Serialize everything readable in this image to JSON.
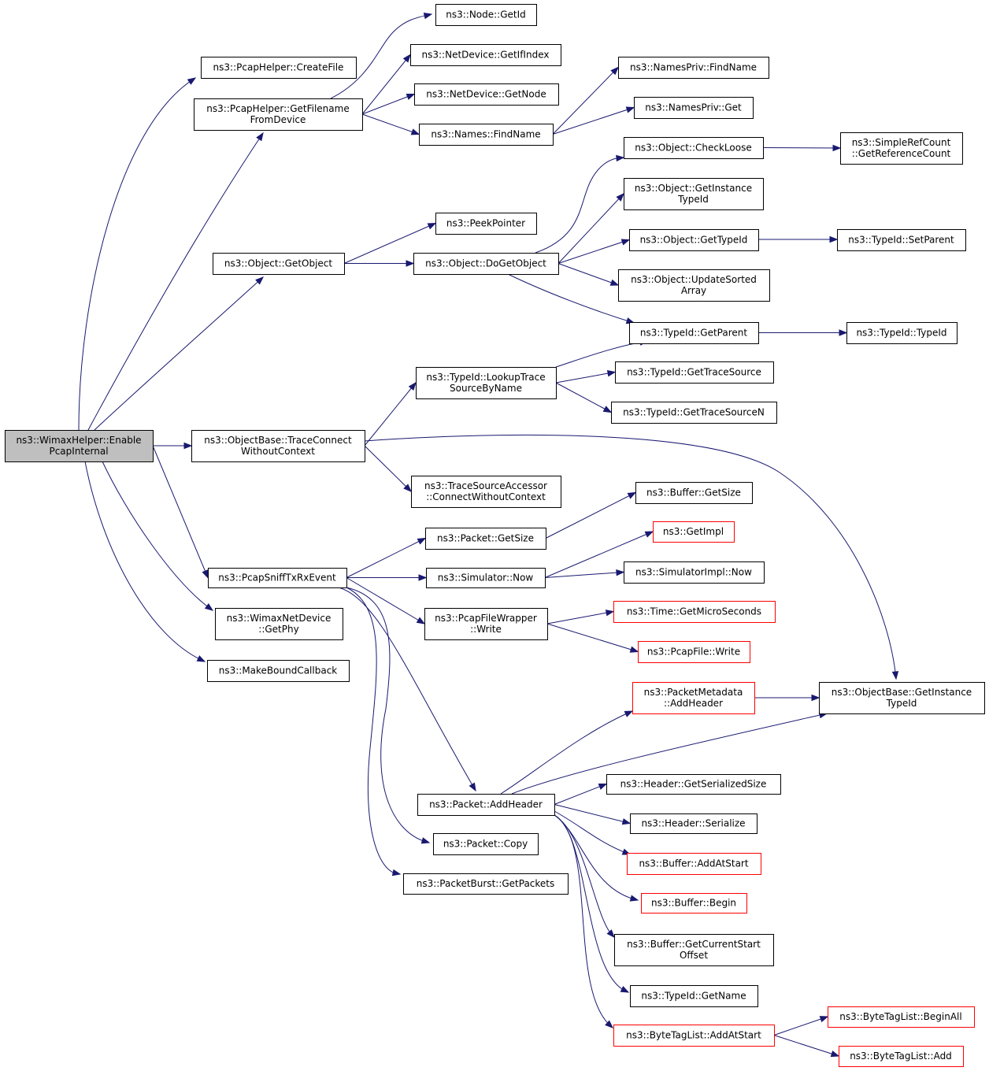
{
  "colors": {
    "edge": "#191970",
    "node_border": "#000000",
    "node_border_truncated": "#ff0000",
    "node_fill": "#ffffff",
    "root_fill": "#bfbfbf"
  },
  "nodes": [
    {
      "id": "root",
      "lines": [
        "ns3::WimaxHelper::Enable",
        "PcapInternal"
      ],
      "style": "root"
    },
    {
      "id": "createfile",
      "lines": [
        "ns3::PcapHelper::CreateFile"
      ],
      "style": "normal"
    },
    {
      "id": "getfilename",
      "lines": [
        "ns3::PcapHelper::GetFilename",
        "FromDevice"
      ],
      "style": "normal"
    },
    {
      "id": "getobject",
      "lines": [
        "ns3::Object::GetObject"
      ],
      "style": "normal"
    },
    {
      "id": "traceconnect",
      "lines": [
        "ns3::ObjectBase::TraceConnect",
        "WithoutContext"
      ],
      "style": "normal"
    },
    {
      "id": "pcapsniff",
      "lines": [
        "ns3::PcapSniffTxRxEvent"
      ],
      "style": "normal"
    },
    {
      "id": "getphy",
      "lines": [
        "ns3::WimaxNetDevice",
        "::GetPhy"
      ],
      "style": "normal"
    },
    {
      "id": "makebound",
      "lines": [
        "ns3::MakeBoundCallback"
      ],
      "style": "normal"
    },
    {
      "id": "nodegetid",
      "lines": [
        "ns3::Node::GetId"
      ],
      "style": "normal"
    },
    {
      "id": "getifindex",
      "lines": [
        "ns3::NetDevice::GetIfIndex"
      ],
      "style": "normal"
    },
    {
      "id": "getnode",
      "lines": [
        "ns3::NetDevice::GetNode"
      ],
      "style": "normal"
    },
    {
      "id": "namesfind",
      "lines": [
        "ns3::Names::FindName"
      ],
      "style": "normal"
    },
    {
      "id": "peekpointer",
      "lines": [
        "ns3::PeekPointer"
      ],
      "style": "normal"
    },
    {
      "id": "dogetobject",
      "lines": [
        "ns3::Object::DoGetObject"
      ],
      "style": "normal"
    },
    {
      "id": "lookuptrace",
      "lines": [
        "ns3::TypeId::LookupTrace",
        "SourceByName"
      ],
      "style": "normal"
    },
    {
      "id": "connectwithout",
      "lines": [
        "ns3::TraceSourceAccessor",
        "::ConnectWithoutContext"
      ],
      "style": "normal"
    },
    {
      "id": "packetgetsize",
      "lines": [
        "ns3::Packet::GetSize"
      ],
      "style": "normal"
    },
    {
      "id": "simnow",
      "lines": [
        "ns3::Simulator::Now"
      ],
      "style": "normal"
    },
    {
      "id": "pcapfilewrapper",
      "lines": [
        "ns3::PcapFileWrapper",
        "::Write"
      ],
      "style": "normal"
    },
    {
      "id": "addheader",
      "lines": [
        "ns3::Packet::AddHeader"
      ],
      "style": "normal"
    },
    {
      "id": "packetcopy",
      "lines": [
        "ns3::Packet::Copy"
      ],
      "style": "normal"
    },
    {
      "id": "getpackets",
      "lines": [
        "ns3::PacketBurst::GetPackets"
      ],
      "style": "normal"
    },
    {
      "id": "privfind",
      "lines": [
        "ns3::NamesPriv::FindName"
      ],
      "style": "normal"
    },
    {
      "id": "privget",
      "lines": [
        "ns3::NamesPriv::Get"
      ],
      "style": "normal"
    },
    {
      "id": "checkloose",
      "lines": [
        "ns3::Object::CheckLoose"
      ],
      "style": "normal"
    },
    {
      "id": "getinstancetypeid",
      "lines": [
        "ns3::Object::GetInstance",
        "TypeId"
      ],
      "style": "normal"
    },
    {
      "id": "objgettypeid",
      "lines": [
        "ns3::Object::GetTypeId"
      ],
      "style": "normal"
    },
    {
      "id": "updatesorted",
      "lines": [
        "ns3::Object::UpdateSorted",
        "Array"
      ],
      "style": "normal"
    },
    {
      "id": "getparent",
      "lines": [
        "ns3::TypeId::GetParent"
      ],
      "style": "normal"
    },
    {
      "id": "gettracesource",
      "lines": [
        "ns3::TypeId::GetTraceSource"
      ],
      "style": "normal"
    },
    {
      "id": "gettracesourcen",
      "lines": [
        "ns3::TypeId::GetTraceSourceN"
      ],
      "style": "normal"
    },
    {
      "id": "buffergetsize",
      "lines": [
        "ns3::Buffer::GetSize"
      ],
      "style": "normal"
    },
    {
      "id": "getimpl",
      "lines": [
        "ns3::GetImpl"
      ],
      "style": "truncated"
    },
    {
      "id": "simimplnow",
      "lines": [
        "ns3::SimulatorImpl::Now"
      ],
      "style": "normal"
    },
    {
      "id": "getmicro",
      "lines": [
        "ns3::Time::GetMicroSeconds"
      ],
      "style": "truncated"
    },
    {
      "id": "pcapfilewrite",
      "lines": [
        "ns3::PcapFile::Write"
      ],
      "style": "truncated"
    },
    {
      "id": "metaaddheader",
      "lines": [
        "ns3::PacketMetadata",
        "::AddHeader"
      ],
      "style": "truncated"
    },
    {
      "id": "objbaseinstance",
      "lines": [
        "ns3::ObjectBase::GetInstance",
        "TypeId"
      ],
      "style": "normal"
    },
    {
      "id": "hdrgetsize",
      "lines": [
        "ns3::Header::GetSerializedSize"
      ],
      "style": "normal"
    },
    {
      "id": "hdrserialize",
      "lines": [
        "ns3::Header::Serialize"
      ],
      "style": "normal"
    },
    {
      "id": "bufaddstart",
      "lines": [
        "ns3::Buffer::AddAtStart"
      ],
      "style": "truncated"
    },
    {
      "id": "bufbegin",
      "lines": [
        "ns3::Buffer::Begin"
      ],
      "style": "truncated"
    },
    {
      "id": "bufcurstart",
      "lines": [
        "ns3::Buffer::GetCurrentStart",
        "Offset"
      ],
      "style": "normal"
    },
    {
      "id": "typegetname",
      "lines": [
        "ns3::TypeId::GetName"
      ],
      "style": "normal"
    },
    {
      "id": "btladdstart",
      "lines": [
        "ns3::ByteTagList::AddAtStart"
      ],
      "style": "truncated"
    },
    {
      "id": "getrefcount",
      "lines": [
        "ns3::SimpleRefCount",
        "::GetReferenceCount"
      ],
      "style": "normal"
    },
    {
      "id": "setparent",
      "lines": [
        "ns3::TypeId::SetParent"
      ],
      "style": "normal"
    },
    {
      "id": "typeidctor",
      "lines": [
        "ns3::TypeId::TypeId"
      ],
      "style": "normal"
    },
    {
      "id": "btlbeginall",
      "lines": [
        "ns3::ByteTagList::BeginAll"
      ],
      "style": "truncated"
    },
    {
      "id": "btladd",
      "lines": [
        "ns3::ByteTagList::Add"
      ],
      "style": "truncated"
    }
  ],
  "edges": [
    [
      "root",
      "createfile"
    ],
    [
      "root",
      "getfilename"
    ],
    [
      "root",
      "getobject"
    ],
    [
      "root",
      "traceconnect"
    ],
    [
      "root",
      "pcapsniff"
    ],
    [
      "root",
      "getphy"
    ],
    [
      "root",
      "makebound"
    ],
    [
      "getfilename",
      "nodegetid"
    ],
    [
      "getfilename",
      "getifindex"
    ],
    [
      "getfilename",
      "getnode"
    ],
    [
      "getfilename",
      "namesfind"
    ],
    [
      "namesfind",
      "privfind"
    ],
    [
      "namesfind",
      "privget"
    ],
    [
      "getobject",
      "peekpointer"
    ],
    [
      "getobject",
      "dogetobject"
    ],
    [
      "dogetobject",
      "checkloose"
    ],
    [
      "dogetobject",
      "getinstancetypeid"
    ],
    [
      "dogetobject",
      "objgettypeid"
    ],
    [
      "dogetobject",
      "updatesorted"
    ],
    [
      "dogetobject",
      "getparent"
    ],
    [
      "checkloose",
      "getrefcount"
    ],
    [
      "objgettypeid",
      "setparent"
    ],
    [
      "getparent",
      "typeidctor"
    ],
    [
      "traceconnect",
      "lookuptrace"
    ],
    [
      "traceconnect",
      "connectwithout"
    ],
    [
      "traceconnect",
      "objbaseinstance"
    ],
    [
      "lookuptrace",
      "getparent"
    ],
    [
      "lookuptrace",
      "gettracesource"
    ],
    [
      "lookuptrace",
      "gettracesourcen"
    ],
    [
      "pcapsniff",
      "packetgetsize"
    ],
    [
      "pcapsniff",
      "simnow"
    ],
    [
      "pcapsniff",
      "pcapfilewrapper"
    ],
    [
      "pcapsniff",
      "addheader"
    ],
    [
      "pcapsniff",
      "packetcopy"
    ],
    [
      "pcapsniff",
      "getpackets"
    ],
    [
      "packetgetsize",
      "buffergetsize"
    ],
    [
      "simnow",
      "getimpl"
    ],
    [
      "simnow",
      "simimplnow"
    ],
    [
      "pcapfilewrapper",
      "getmicro"
    ],
    [
      "pcapfilewrapper",
      "pcapfilewrite"
    ],
    [
      "addheader",
      "metaaddheader"
    ],
    [
      "addheader",
      "objbaseinstance"
    ],
    [
      "addheader",
      "hdrgetsize"
    ],
    [
      "addheader",
      "hdrserialize"
    ],
    [
      "addheader",
      "bufaddstart"
    ],
    [
      "addheader",
      "bufbegin"
    ],
    [
      "addheader",
      "bufcurstart"
    ],
    [
      "addheader",
      "typegetname"
    ],
    [
      "addheader",
      "btladdstart"
    ],
    [
      "metaaddheader",
      "objbaseinstance"
    ],
    [
      "btladdstart",
      "btlbeginall"
    ],
    [
      "btladdstart",
      "btladd"
    ]
  ]
}
